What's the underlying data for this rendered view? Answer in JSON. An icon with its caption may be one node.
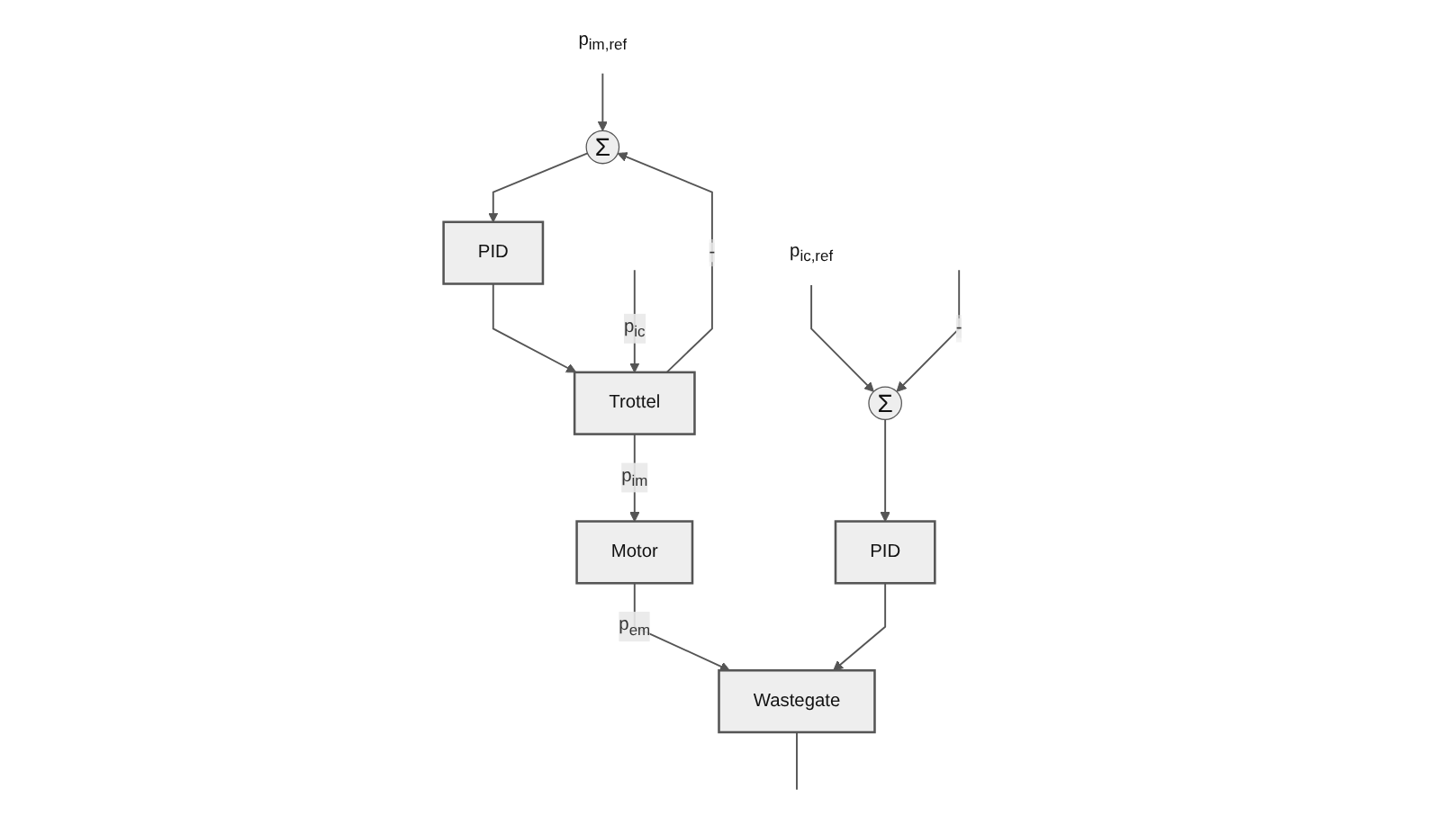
{
  "diagram": {
    "nodes": [
      {
        "text": [
          "p$_{im,ref}$"
        ]
      },
      {
        "text": [
          "Σ"
        ]
      },
      {
        "text": [
          "PID"
        ]
      },
      {
        "text": [
          "Trottel"
        ]
      },
      {
        "text": [
          "Motor"
        ]
      },
      {
        "text": [
          "Wastegate"
        ]
      },
      {
        "text": [
          "p$_{ic,ref}$"
        ]
      },
      {
        "text": [
          "Σ"
        ]
      },
      {
        "text": [
          "PID"
        ]
      }
    ],
    "edges": [
      {
        "from": 0,
        "to": 1,
        "arrow": "to"
      },
      {
        "from": 1,
        "to": 2,
        "arrow": "to"
      },
      {
        "from": 2,
        "to": 3,
        "arrow": "to"
      },
      {
        "from": 3,
        "to": 4,
        "arrow": "to",
        "label": "p$_{im}$"
      },
      {
        "from": 3,
        "to": 1,
        "arrow": "to",
        "label": "-"
      },
      {
        "from": 4,
        "to": 5,
        "arrow": "to",
        "label": "p$_{em}$"
      },
      {
        "from": 6,
        "to": 7,
        "arrow": "to"
      },
      {
        "from": 7,
        "to": 8,
        "arrow": "to"
      },
      {
        "from": 8,
        "to": 5,
        "arrow": "to"
      },
      {
        "from": null,
        "to": 7,
        "arrow": "to",
        "label": "-"
      },
      {
        "from": 5,
        "to": null,
        "arrow": "none"
      },
      {
        "from": null,
        "to": 3,
        "arrow": "to",
        "label": "p$_{ic}$"
      }
    ]
  }
}
